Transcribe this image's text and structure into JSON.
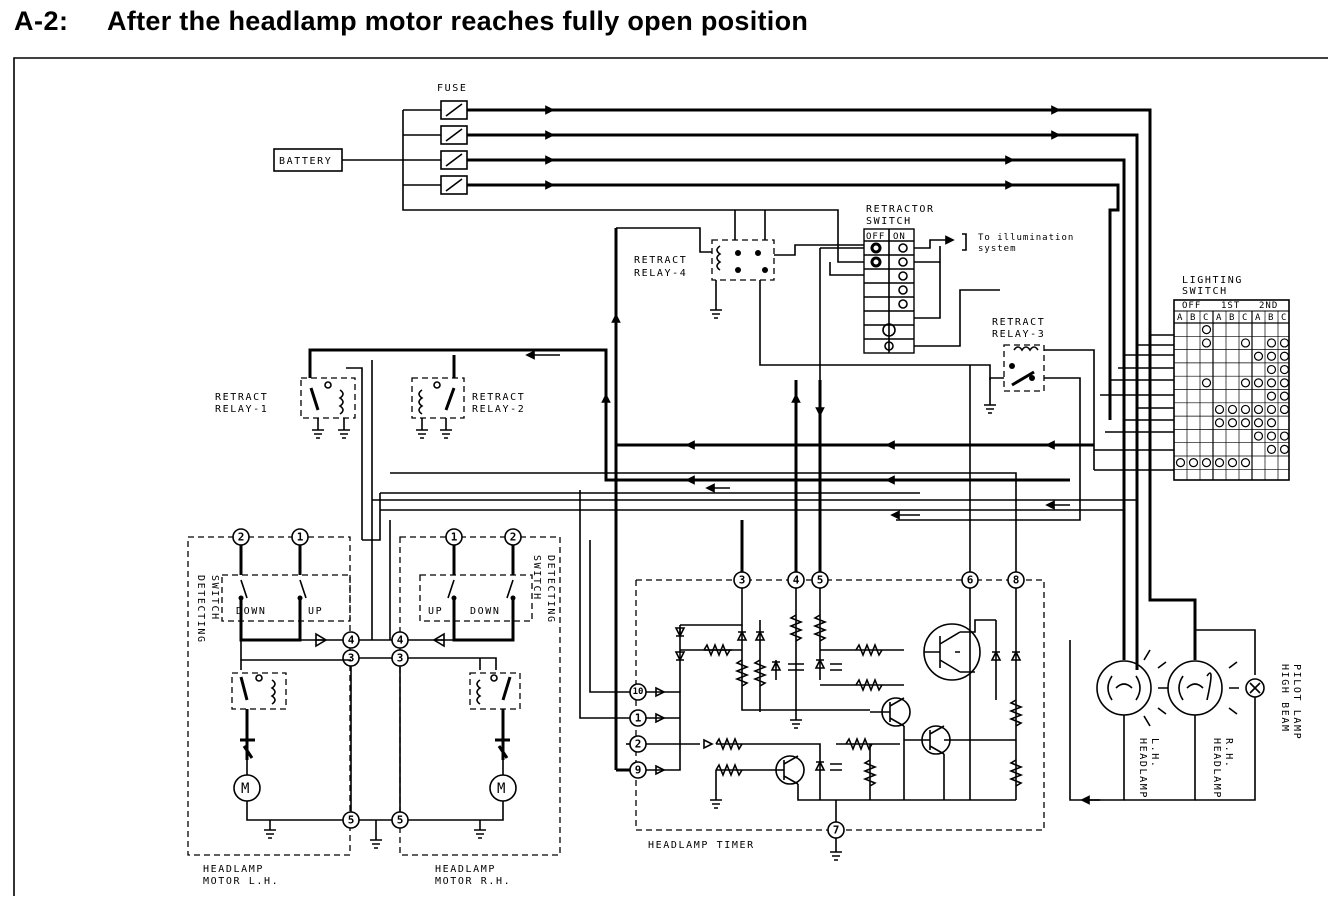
{
  "title": {
    "section": "A-2:",
    "text": "After the headlamp motor reaches fully open position"
  },
  "labels": {
    "fuse": "FUSE",
    "battery": "BATTERY",
    "retractor_switch": [
      "RETRACTOR",
      "SWITCH"
    ],
    "retractor_off": "OFF",
    "retractor_on": "ON",
    "illumination": [
      "To illumination",
      "system"
    ],
    "lighting_switch": [
      "LIGHTING",
      "SWITCH"
    ],
    "ls_groups": [
      "OFF",
      "1ST",
      "2ND"
    ],
    "ls_cols": [
      "A",
      "B",
      "C",
      "A",
      "B",
      "C",
      "A",
      "B",
      "C"
    ],
    "relay4": [
      "RETRACT",
      "RELAY-4"
    ],
    "relay3": [
      "RETRACT",
      "RELAY-3"
    ],
    "relay1": [
      "RETRACT",
      "RELAY-1"
    ],
    "relay2": [
      "RETRACT",
      "RELAY-2"
    ],
    "detect_left": [
      "DETECTING",
      "SWITCH"
    ],
    "detect_right": [
      "DETECTING",
      "SWITCH"
    ],
    "down": "DOWN",
    "up": "UP",
    "motor_lh": [
      "HEADLAMP",
      "MOTOR L.H."
    ],
    "motor_rh": [
      "HEADLAMP",
      "MOTOR R.H."
    ],
    "timer": "HEADLAMP TIMER",
    "headlamp_lh": [
      "HEADLAMP",
      "L.H."
    ],
    "headlamp_rh": [
      "HEADLAMP",
      "R.H."
    ],
    "pilot": [
      "HIGH BEAM",
      "PILOT LAMP"
    ]
  },
  "terminals": {
    "lh_top": [
      "2",
      "1"
    ],
    "rh_top": [
      "1",
      "2"
    ],
    "lh_mid": [
      "4",
      "3"
    ],
    "rh_mid": [
      "4",
      "3"
    ],
    "motor_bottom": [
      "5",
      "5"
    ],
    "timer_top": [
      "3",
      "4",
      "5",
      "6",
      "8"
    ],
    "timer_left": [
      "10",
      "1",
      "2",
      "9"
    ],
    "timer_bottom": "7"
  }
}
